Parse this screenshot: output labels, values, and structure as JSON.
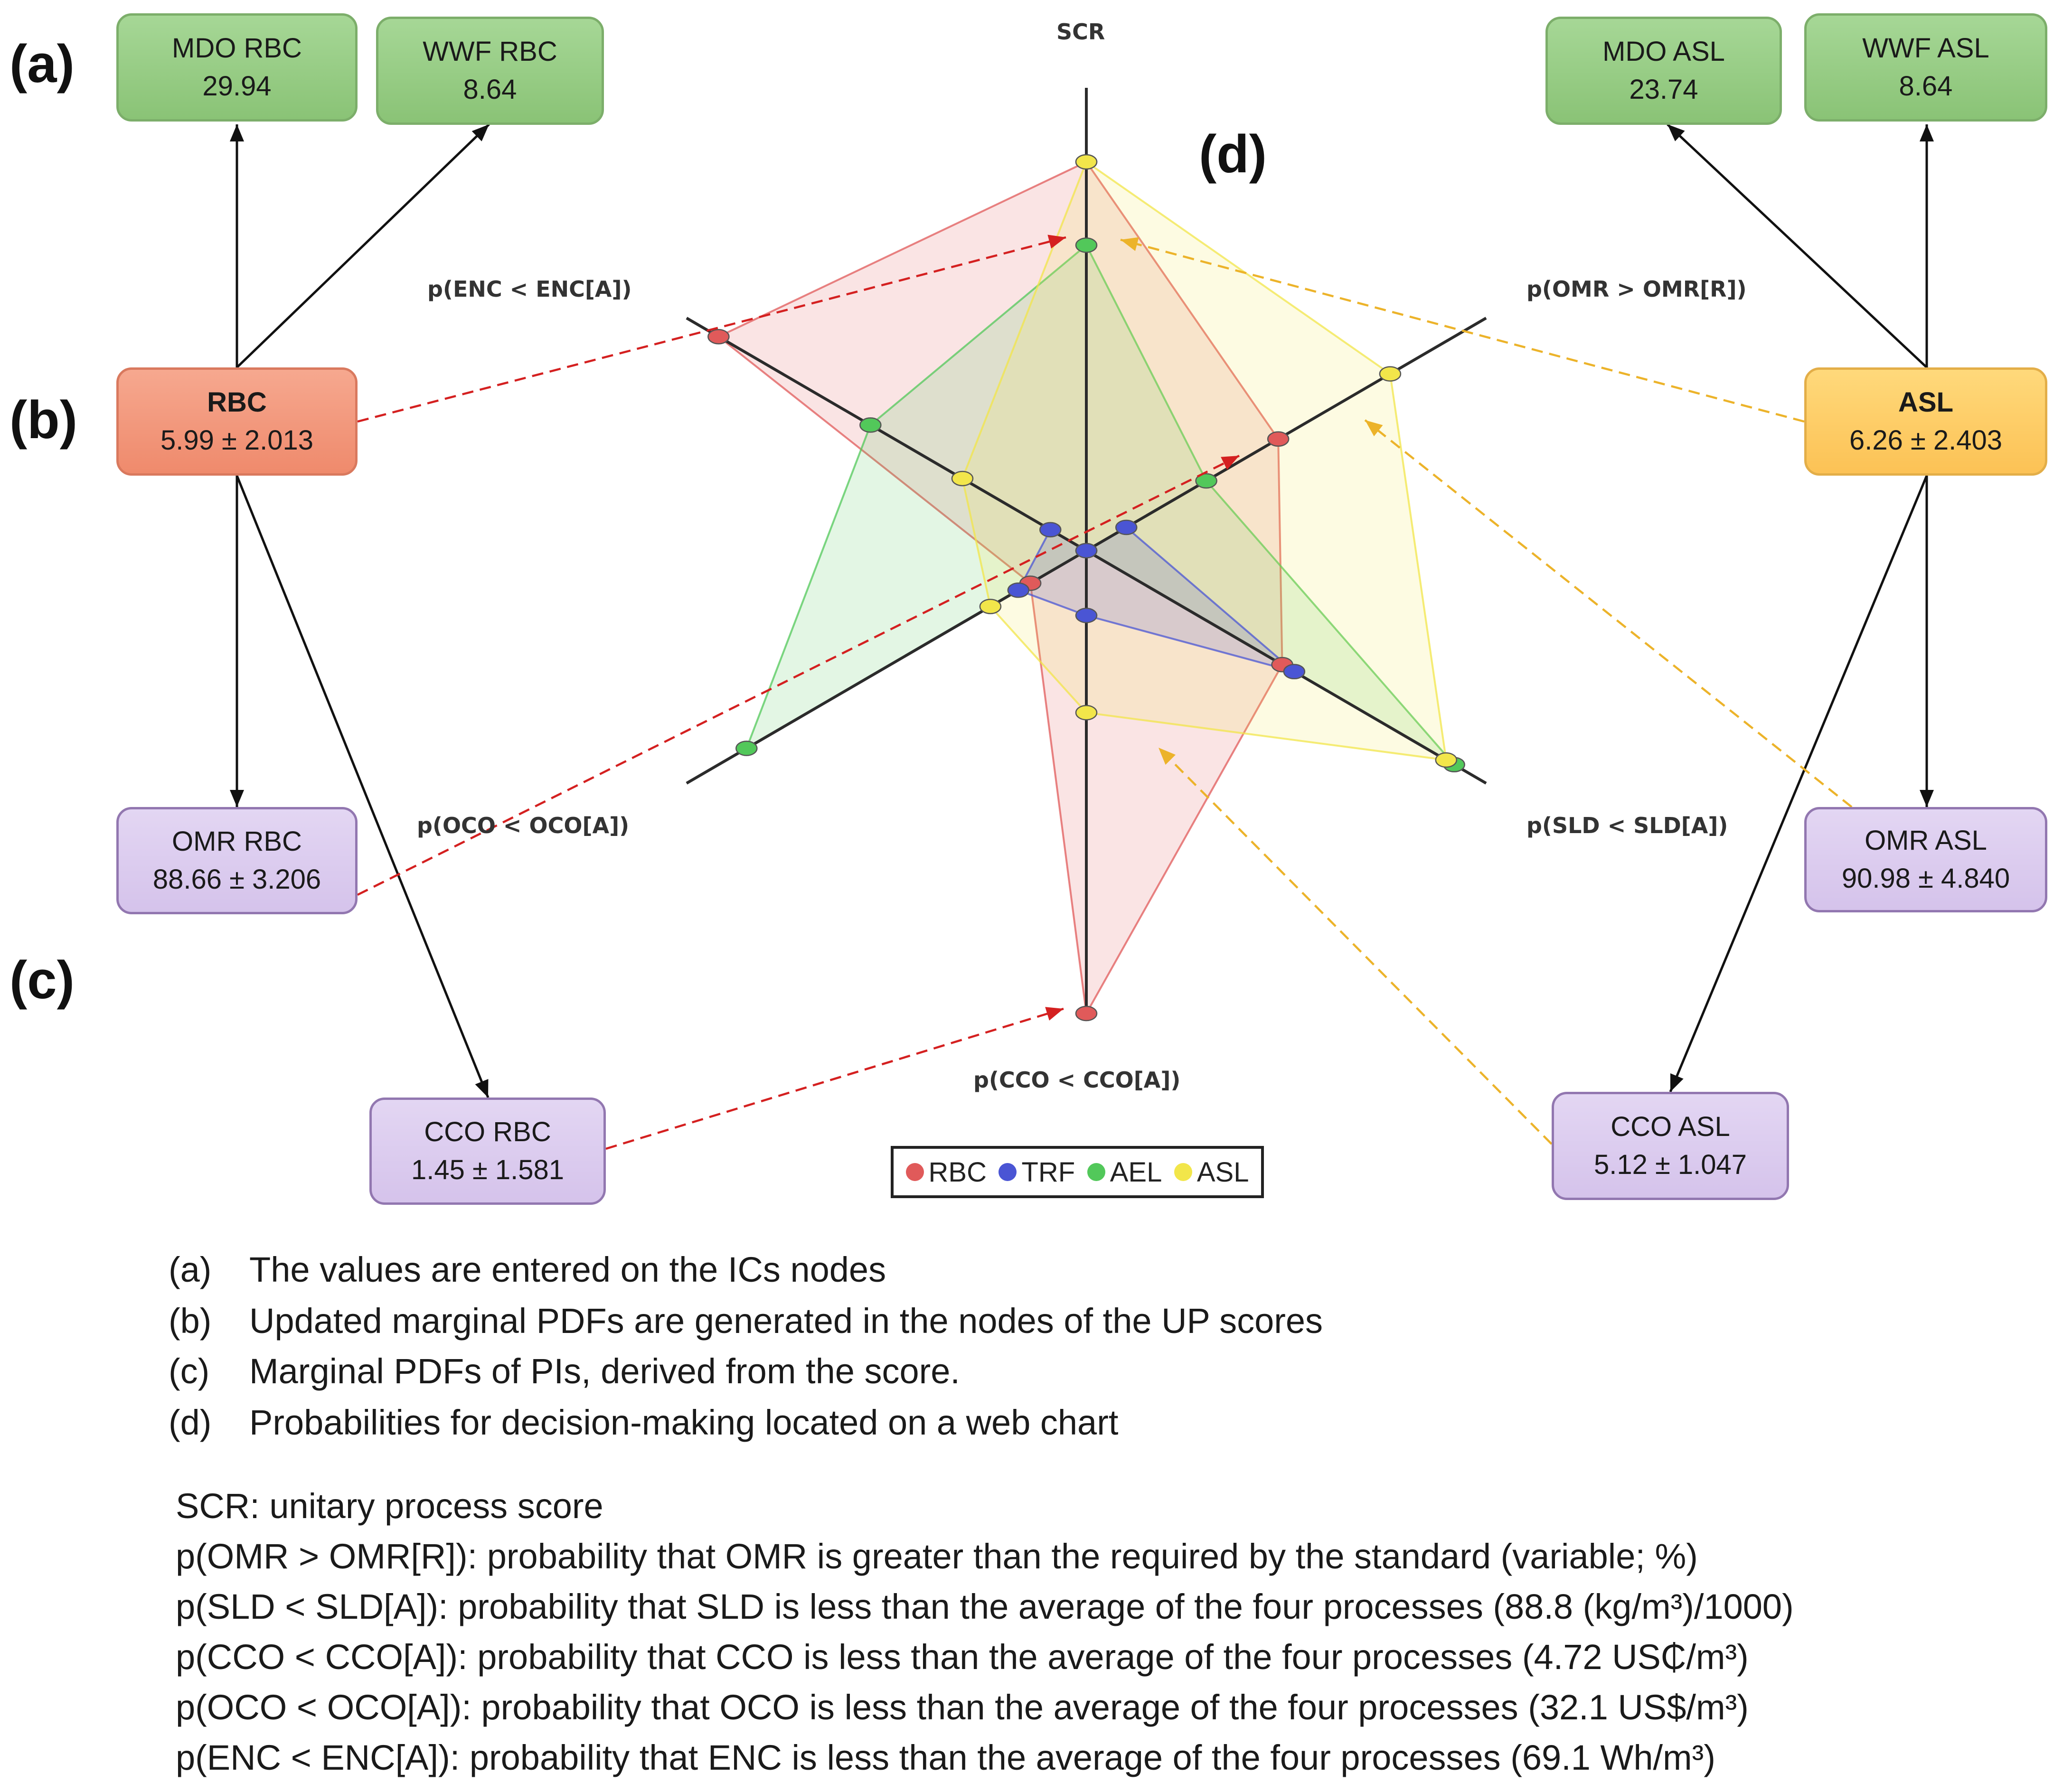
{
  "panel_tags": {
    "a": "(a)",
    "b": "(b)",
    "c": "(c)",
    "d": "(d)"
  },
  "nodes": {
    "mdo_rbc": {
      "name": "MDO RBC",
      "value": "29.94"
    },
    "wwf_rbc": {
      "name": "WWF RBC",
      "value": "8.64"
    },
    "rbc": {
      "name": "RBC",
      "value": "5.99 ± 2.013"
    },
    "omr_rbc": {
      "name": "OMR RBC",
      "value": "88.66 ± 3.206"
    },
    "cco_rbc": {
      "name": "CCO RBC",
      "value": "1.45 ± 1.581"
    },
    "mdo_asl": {
      "name": "MDO ASL",
      "value": "23.74"
    },
    "wwf_asl": {
      "name": "WWF ASL",
      "value": "8.64"
    },
    "asl": {
      "name": "ASL",
      "value": "6.26 ± 2.403"
    },
    "omr_asl": {
      "name": "OMR ASL",
      "value": "90.98 ± 4.840"
    },
    "cco_asl": {
      "name": "CCO ASL",
      "value": "5.12 ± 1.047"
    }
  },
  "radar": {
    "axes": [
      "SCR",
      "p(OMR > OMR[R])",
      "p(SLD < SLD[A])",
      "p(CCO < CCO[A])",
      "p(OCO < OCO[A])",
      "p(ENC < ENC[A])"
    ],
    "series": [
      {
        "name": "RBC",
        "color": "#e05a5a",
        "values": [
          0.84,
          0.48,
          0.49,
          1.0,
          0.14,
          0.92
        ]
      },
      {
        "name": "TRF",
        "color": "#4a55d4",
        "values": [
          0.0,
          0.1,
          0.52,
          0.14,
          0.17,
          0.09
        ]
      },
      {
        "name": "AEL",
        "color": "#52c85a",
        "values": [
          0.66,
          0.3,
          0.92,
          0.0,
          0.85,
          0.54
        ]
      },
      {
        "name": "ASL",
        "color": "#f2e64a",
        "values": [
          0.84,
          0.76,
          0.9,
          0.35,
          0.24,
          0.31
        ]
      }
    ]
  },
  "legend": [
    "RBC",
    "TRF",
    "AEL",
    "ASL"
  ],
  "notes": [
    {
      "key": "(a)",
      "text": "The values are entered on the ICs nodes"
    },
    {
      "key": "(b)",
      "text": "Updated marginal PDFs are generated in the nodes of the UP scores"
    },
    {
      "key": "(c)",
      "text": "Marginal PDFs of PIs, derived from the score."
    },
    {
      "key": "(d)",
      "text": "Probabilities for decision-making located on a web chart"
    }
  ],
  "definitions": [
    "SCR: unitary process score",
    "p(OMR > OMR[R]): probability that OMR is greater than the required by the standard (variable; %)",
    "p(SLD < SLD[A]): probability that SLD is less than the average of the four processes (88.8 (kg/m³)/1000)",
    "p(CCO < CCO[A]): probability that CCO is less than the average of the four processes (4.72 US₵/m³)",
    "p(OCO < OCO[A]): probability that OCO is less than the average of the four processes (32.1 US$/m³)",
    "p(ENC < ENC[A]): probability that ENC is less than the average of the four processes (69.1 Wh/m³)"
  ]
}
